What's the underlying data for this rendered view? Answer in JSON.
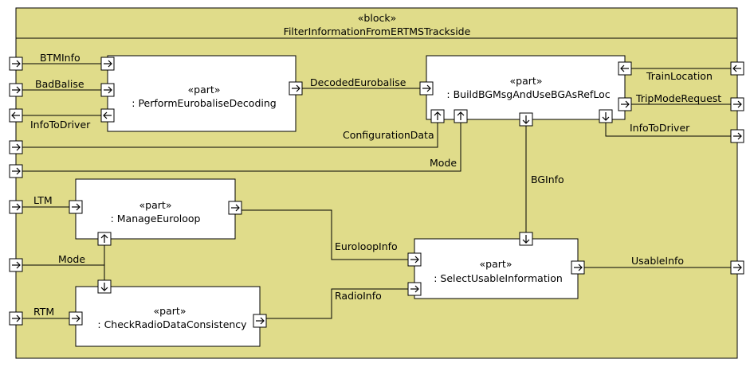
{
  "colors": {
    "block_fill": "#e0dc8a",
    "part_fill": "#ffffff",
    "stroke": "#000000"
  },
  "block": {
    "stereotype": "«block»",
    "name": "FilterInformationFromERTMSTrackside"
  },
  "parts": {
    "decoding": {
      "stereotype": "«part»",
      "name": ": PerformEurobaliseDecoding"
    },
    "build": {
      "stereotype": "«part»",
      "name": ": BuildBGMsgAndUseBGAsRefLoc"
    },
    "euroloop": {
      "stereotype": "«part»",
      "name": ": ManageEuroloop"
    },
    "radio": {
      "stereotype": "«part»",
      "name": ": CheckRadioDataConsistency"
    },
    "usable": {
      "stereotype": "«part»",
      "name": ": SelectUsableInformation"
    }
  },
  "flows": {
    "btm_info": "BTMInfo",
    "bad_balise": "BadBalise",
    "info_to_driver_left": "InfoToDriver",
    "decoded_eurobalise": "DecodedEurobalise",
    "configuration_data": "ConfigurationData",
    "mode_top": "Mode",
    "train_location": "TrainLocation",
    "trip_mode_request": "TripModeRequest",
    "info_to_driver_right": "InfoToDriver",
    "bg_info": "BGInfo",
    "ltm": "LTM",
    "mode_left": "Mode",
    "rtm": "RTM",
    "euroloop_info": "EuroloopInfo",
    "radio_info": "RadioInfo",
    "usable_info": "UsableInfo"
  }
}
